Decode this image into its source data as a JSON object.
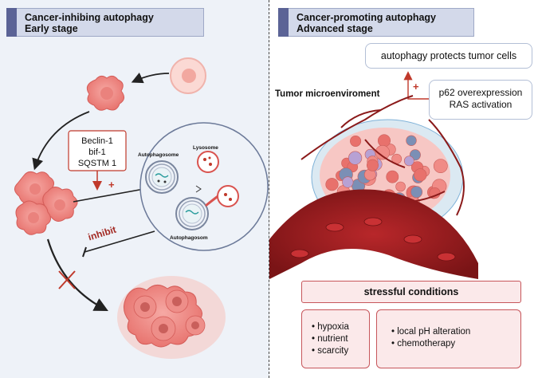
{
  "left": {
    "header_line1": "Cancer-inhibing autophagy",
    "header_line2": "Early stage",
    "regulators": [
      "Beclin-1",
      "bif-1",
      "SQSTM 1"
    ],
    "plus": "+",
    "inhibit": "inhibit",
    "autophagosome_label": "Autophagosome",
    "lysosome_label": "Lysosome",
    "autophagosome_fused_label": "Autophagosom"
  },
  "right": {
    "header_line1": "Cancer-promoting autophagy",
    "header_line2": "Advanced stage",
    "protects": "autophagy protects tumor cells",
    "plus": "+",
    "p62_line1": "p62 overexpression",
    "p62_line2": "RAS activation",
    "tumor_label": "Tumor microenviroment",
    "stressful": "stressful conditions",
    "list_a": [
      "hypoxia",
      "nutrient",
      "scarcity"
    ],
    "list_b": [
      "local pH alteration",
      "chemotherapy"
    ]
  },
  "colors": {
    "header_bar": "#5b6396",
    "header_bg": "#d3d9ea",
    "cell_pink": "#f08b86",
    "red_accent": "#c0392b",
    "box_pink_bg": "#fbe9ea"
  }
}
